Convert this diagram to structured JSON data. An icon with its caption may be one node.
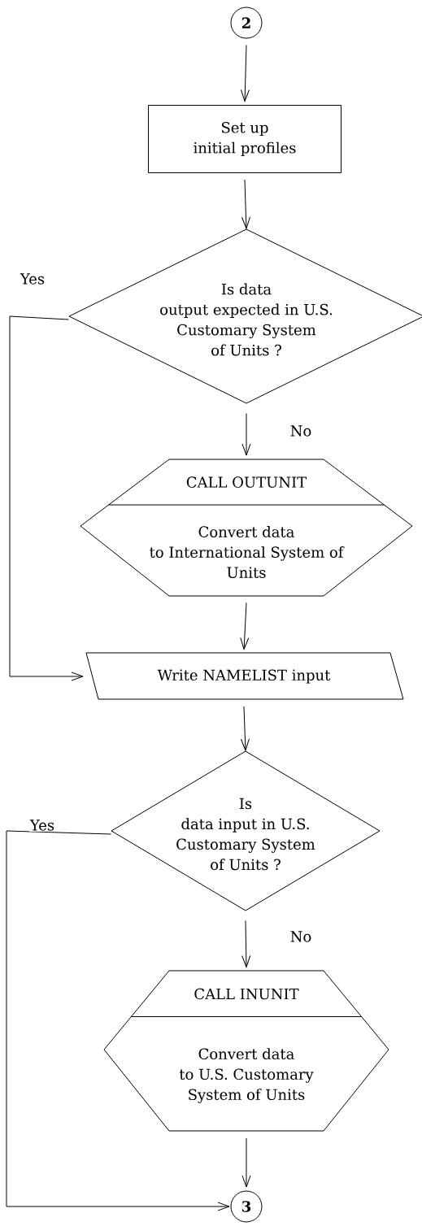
{
  "diagram": {
    "nodes": [
      {
        "text": [
          "2"
        ]
      },
      {
        "text": [
          "Set up initial profiles"
        ]
      },
      {
        "text": [
          "Is data output expected in U.S. Customary System of Units ?"
        ]
      },
      {
        "text": [
          "CALL OUTUNIT",
          "Convert data to International System of Units"
        ]
      },
      {
        "text": [
          "Write NAMELIST input"
        ]
      },
      {
        "text": [
          "Is data input in U.S. Customary System of Units ?"
        ]
      },
      {
        "text": [
          "CALL INUNIT",
          "Convert data to U.S. Customary System of Units"
        ]
      },
      {
        "text": [
          "3"
        ]
      }
    ],
    "edges": [
      {
        "from": 0,
        "to": 1,
        "arrow": "to"
      },
      {
        "from": 1,
        "to": 2,
        "arrow": "to"
      },
      {
        "from": 2,
        "to": 3,
        "arrow": "to",
        "label": "No"
      },
      {
        "from": 2,
        "to": 4,
        "arrow": "to",
        "label": "Yes"
      },
      {
        "from": 3,
        "to": 4,
        "arrow": "to"
      },
      {
        "from": 4,
        "to": 5,
        "arrow": "to"
      },
      {
        "from": 5,
        "to": 6,
        "arrow": "to",
        "label": "No"
      },
      {
        "from": 5,
        "to": 7,
        "arrow": "to",
        "label": "Yes"
      },
      {
        "from": 6,
        "to": 7,
        "arrow": "to"
      }
    ]
  }
}
